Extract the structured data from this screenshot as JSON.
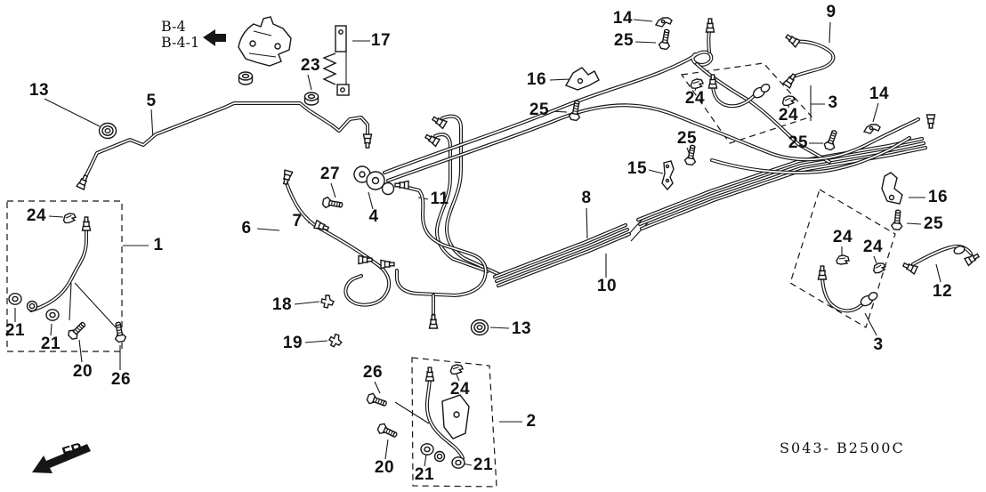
{
  "diagram": {
    "type": "parts-diagram",
    "drawing_code": "S043- B2500C",
    "references": {
      "primary": "B-4",
      "secondary": "B-4-1"
    },
    "direction": "FR.",
    "callouts": [
      {
        "part": "13"
      },
      {
        "part": "5"
      },
      {
        "part": "23"
      },
      {
        "part": "17"
      },
      {
        "part": "27"
      },
      {
        "part": "4"
      },
      {
        "part": "6"
      },
      {
        "part": "7"
      },
      {
        "part": "11"
      },
      {
        "part": "18"
      },
      {
        "part": "19"
      },
      {
        "part": "13"
      },
      {
        "part": "16"
      },
      {
        "part": "25"
      },
      {
        "part": "14"
      },
      {
        "part": "25"
      },
      {
        "part": "9"
      },
      {
        "part": "24"
      },
      {
        "part": "24"
      },
      {
        "part": "3"
      },
      {
        "part": "14"
      },
      {
        "part": "25"
      },
      {
        "part": "15"
      },
      {
        "part": "25"
      },
      {
        "part": "8"
      },
      {
        "part": "10"
      },
      {
        "part": "16"
      },
      {
        "part": "25"
      },
      {
        "part": "24"
      },
      {
        "part": "24"
      },
      {
        "part": "12"
      },
      {
        "part": "3"
      },
      {
        "part": "24"
      },
      {
        "part": "1"
      },
      {
        "part": "21"
      },
      {
        "part": "21"
      },
      {
        "part": "20"
      },
      {
        "part": "26"
      },
      {
        "part": "26"
      },
      {
        "part": "24"
      },
      {
        "part": "2"
      },
      {
        "part": "20"
      },
      {
        "part": "21"
      },
      {
        "part": "21"
      }
    ]
  }
}
